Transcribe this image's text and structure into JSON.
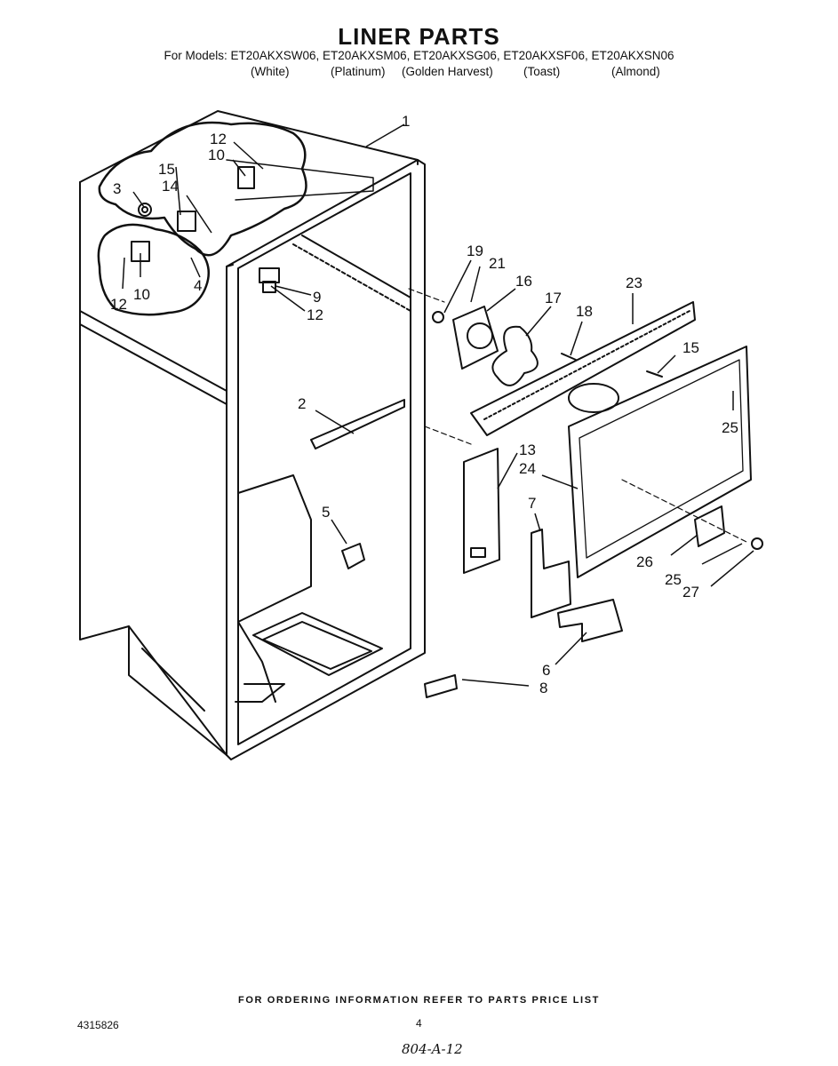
{
  "title": "LINER PARTS",
  "models_line": "For Models: ET20AKXSW06, ET20AKXSM06, ET20AKXSG06, ET20AKXSF06, ET20AKXSN06",
  "colors": [
    "(White)",
    "(Platinum)",
    "(Golden Harvest)",
    "(Toast)",
    "(Almond)"
  ],
  "callouts": [
    {
      "id": "c1",
      "label": "1"
    },
    {
      "id": "c2",
      "label": "2"
    },
    {
      "id": "c3",
      "label": "3"
    },
    {
      "id": "c4",
      "label": "4"
    },
    {
      "id": "c5",
      "label": "5"
    },
    {
      "id": "c6",
      "label": "6"
    },
    {
      "id": "c7",
      "label": "7"
    },
    {
      "id": "c8",
      "label": "8"
    },
    {
      "id": "c9",
      "label": "9"
    },
    {
      "id": "c10a",
      "label": "10"
    },
    {
      "id": "c10b",
      "label": "10"
    },
    {
      "id": "c12a",
      "label": "12"
    },
    {
      "id": "c12b",
      "label": "12"
    },
    {
      "id": "c12c",
      "label": "12"
    },
    {
      "id": "c13",
      "label": "13"
    },
    {
      "id": "c14",
      "label": "14"
    },
    {
      "id": "c15a",
      "label": "15"
    },
    {
      "id": "c15b",
      "label": "15"
    },
    {
      "id": "c16",
      "label": "16"
    },
    {
      "id": "c17",
      "label": "17"
    },
    {
      "id": "c18",
      "label": "18"
    },
    {
      "id": "c19",
      "label": "19"
    },
    {
      "id": "c21",
      "label": "21"
    },
    {
      "id": "c23",
      "label": "23"
    },
    {
      "id": "c24",
      "label": "24"
    },
    {
      "id": "c25a",
      "label": "25"
    },
    {
      "id": "c25b",
      "label": "25"
    },
    {
      "id": "c26",
      "label": "26"
    },
    {
      "id": "c27",
      "label": "27"
    }
  ],
  "footer": "FOR ORDERING INFORMATION REFER TO PARTS PRICE LIST",
  "page_number": "4",
  "document_number": "4315826",
  "handwritten_note": "804-A-12"
}
